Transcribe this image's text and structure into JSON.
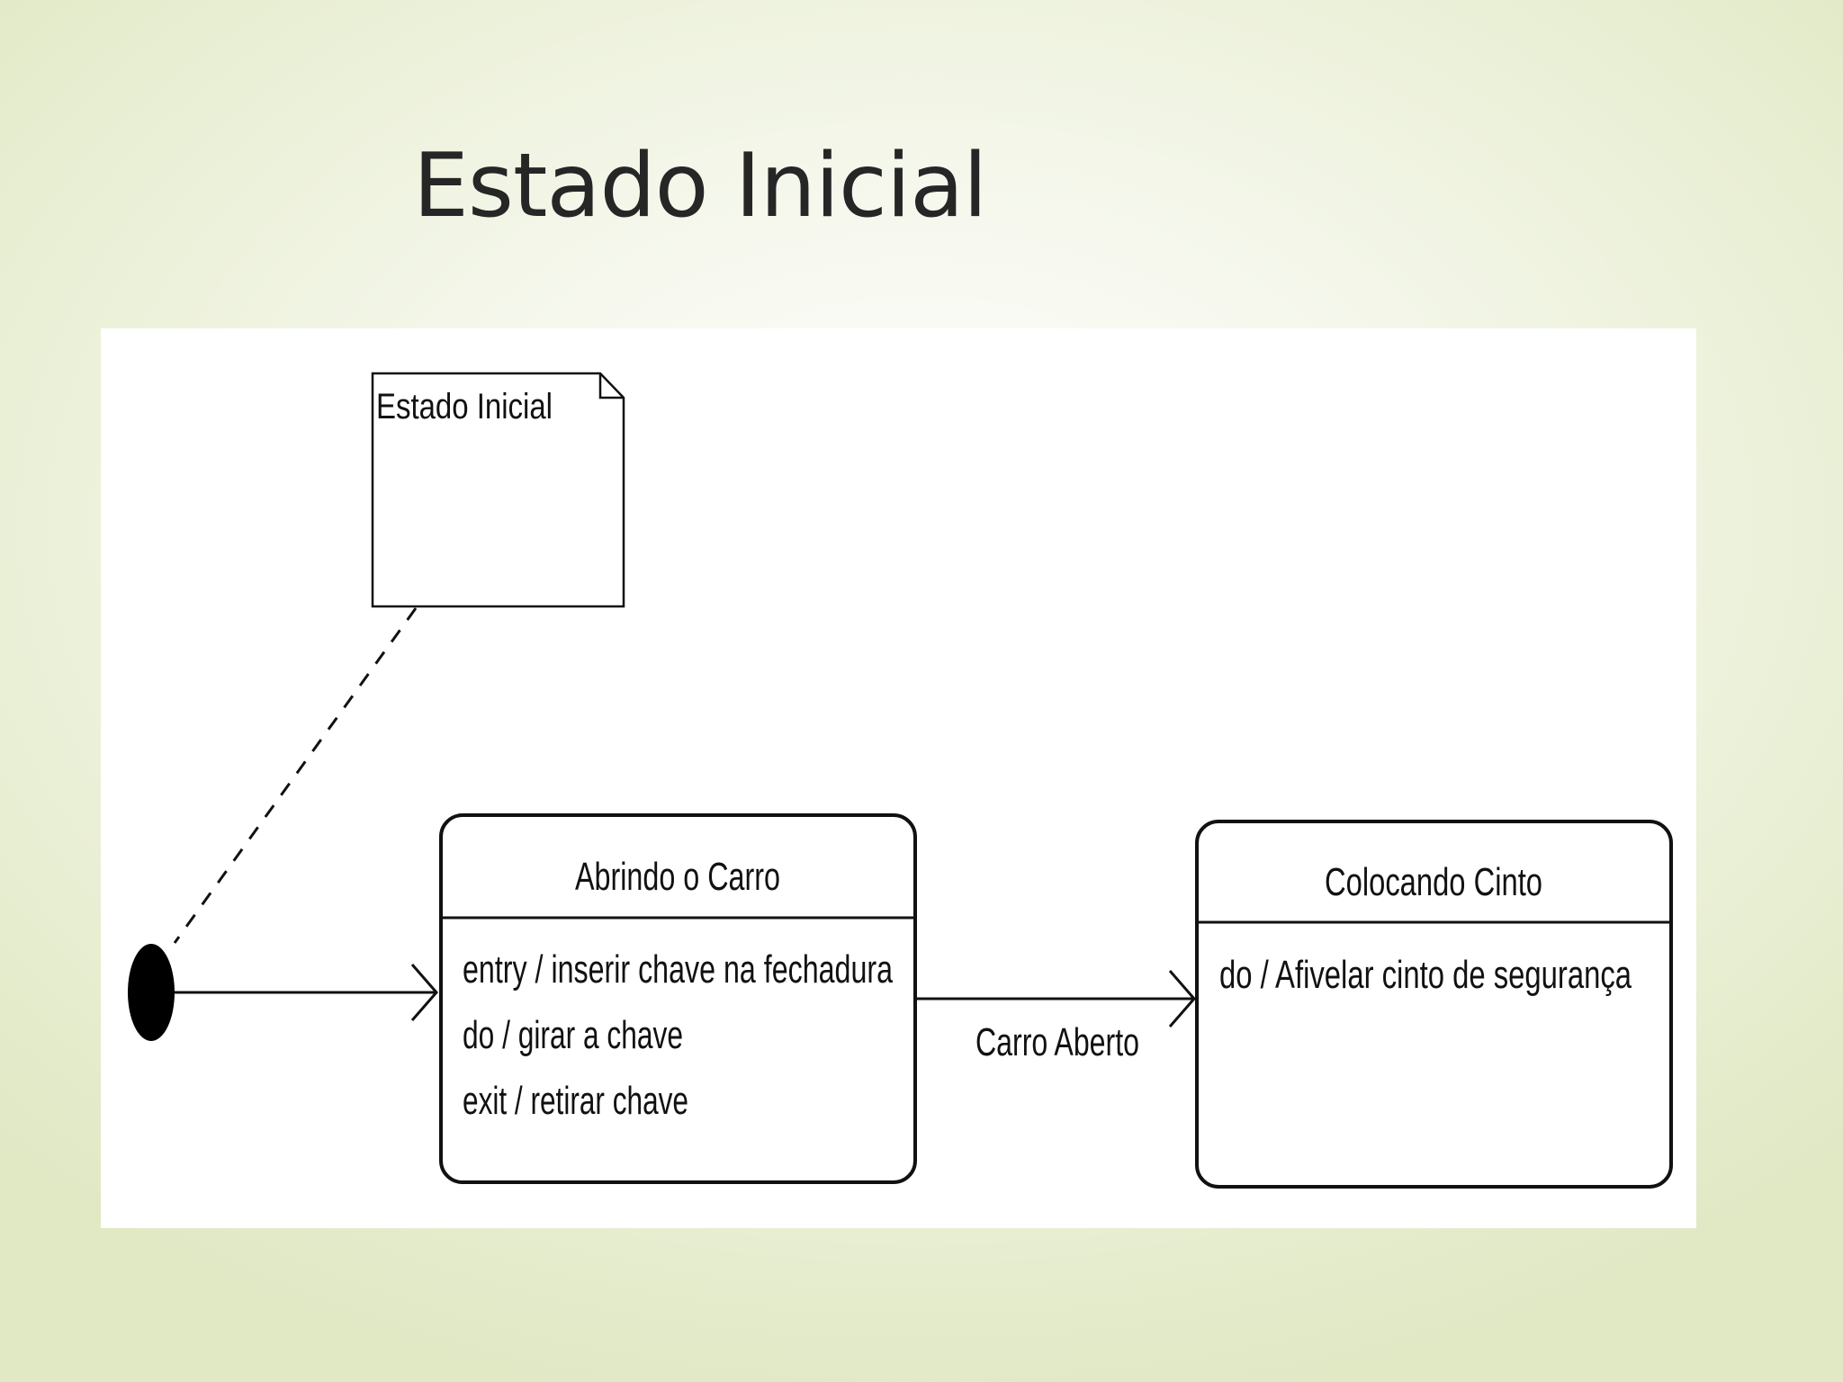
{
  "slide": {
    "title": "Estado Inicial"
  },
  "diagram": {
    "note": {
      "text": "Estado Inicial"
    },
    "states": [
      {
        "name": "Abrindo o Carro",
        "actions": [
          "entry / inserir chave na fechadura",
          "do / girar a chave",
          "exit / retirar chave"
        ]
      },
      {
        "name": "Colocando Cinto",
        "actions": [
          "do / Afivelar cinto de segurança"
        ]
      }
    ],
    "transitions": [
      {
        "label": "Carro Aberto"
      }
    ]
  }
}
